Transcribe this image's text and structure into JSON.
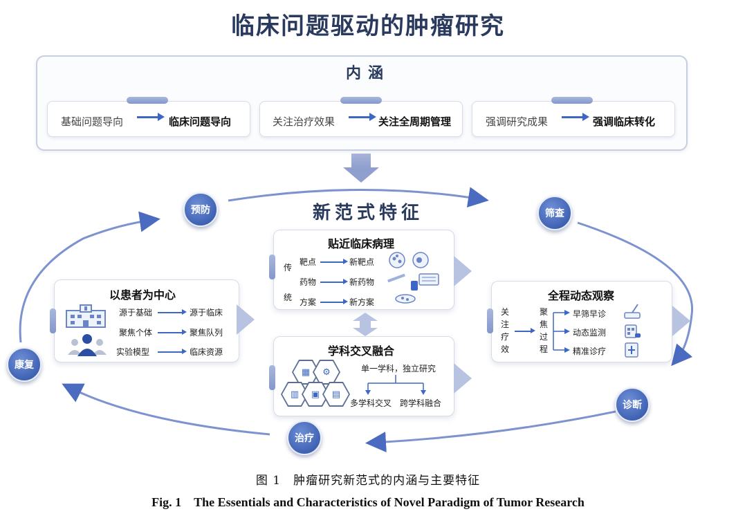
{
  "title": "临床问题驱动的肿瘤研究",
  "essence": {
    "title": "内涵",
    "items": [
      {
        "from": "基础问题导向",
        "to": "临床问题导向"
      },
      {
        "from": "关注治疗效果",
        "to": "关注全周期管理"
      },
      {
        "from": "强调研究成果",
        "to": "强调临床转化"
      }
    ]
  },
  "paradigm": {
    "title": "新范式特征",
    "cycle": [
      "预防",
      "筛查",
      "诊断",
      "治疗",
      "康复"
    ],
    "patient": {
      "title": "以患者为中心",
      "rows": [
        {
          "from": "源于基础",
          "to": "源于临床"
        },
        {
          "from": "聚焦个体",
          "to": "聚焦队列"
        },
        {
          "from": "实验模型",
          "to": "临床资源"
        }
      ]
    },
    "pathology": {
      "title": "贴近临床病理",
      "side": [
        "传",
        "统"
      ],
      "rows": [
        {
          "from": "靶点",
          "to": "新靶点"
        },
        {
          "from": "药物",
          "to": "新药物"
        },
        {
          "from": "方案",
          "to": "新方案"
        }
      ]
    },
    "interdisciplinary": {
      "title": "学科交叉融合",
      "top": "单一学科，独立研究",
      "left": "多学科交叉",
      "right": "跨学科融合"
    },
    "dynamic": {
      "title": "全程动态观察",
      "side": [
        "关",
        "注",
        "疗",
        "效"
      ],
      "focus": [
        "聚",
        "焦",
        "过",
        "程"
      ],
      "rows": [
        "早筛早诊",
        "动态监测",
        "精准诊疗"
      ]
    }
  },
  "caption": {
    "cn": "图 1　肿瘤研究新范式的内涵与主要特征",
    "en": "Fig. 1　The Essentials and Characteristics of Novel Paradigm of Tumor Research"
  },
  "colors": {
    "accent": "#3e67c4",
    "navy": "#2a3a5e",
    "badge": "#2c4fa4"
  }
}
